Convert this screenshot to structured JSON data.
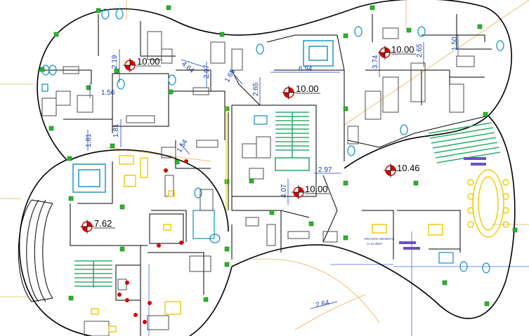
{
  "drawing": {
    "colors": {
      "background": "#ffffff",
      "wall": "#000000",
      "furniture": "#4a4a4a",
      "fixtures": "#0a8fbf",
      "stairs": "#2fae6a",
      "dimension": "#1a3fb0",
      "level_marker": "#d40000",
      "grid_marker": "#2ab52a",
      "guide_line": "#e7b04a",
      "column_guide": "#3a6fd8",
      "table": "#f0c800",
      "upholstery": "#6a4fc8"
    },
    "levels": [
      "10.00",
      "10.00",
      "10.00",
      "10.00",
      "10.46",
      "7.62"
    ],
    "dimensions": [
      "2.19",
      "1.56",
      "1.81",
      "4.64",
      "2.07",
      "1.65",
      "6.94",
      "2.65",
      "3.74",
      "2.65",
      "1.50",
      "1.54",
      "2.97",
      "4.07",
      "2.64"
    ],
    "room_label": "ARCHIVO GENERAL",
    "area_label": "A=13.39m²"
  }
}
